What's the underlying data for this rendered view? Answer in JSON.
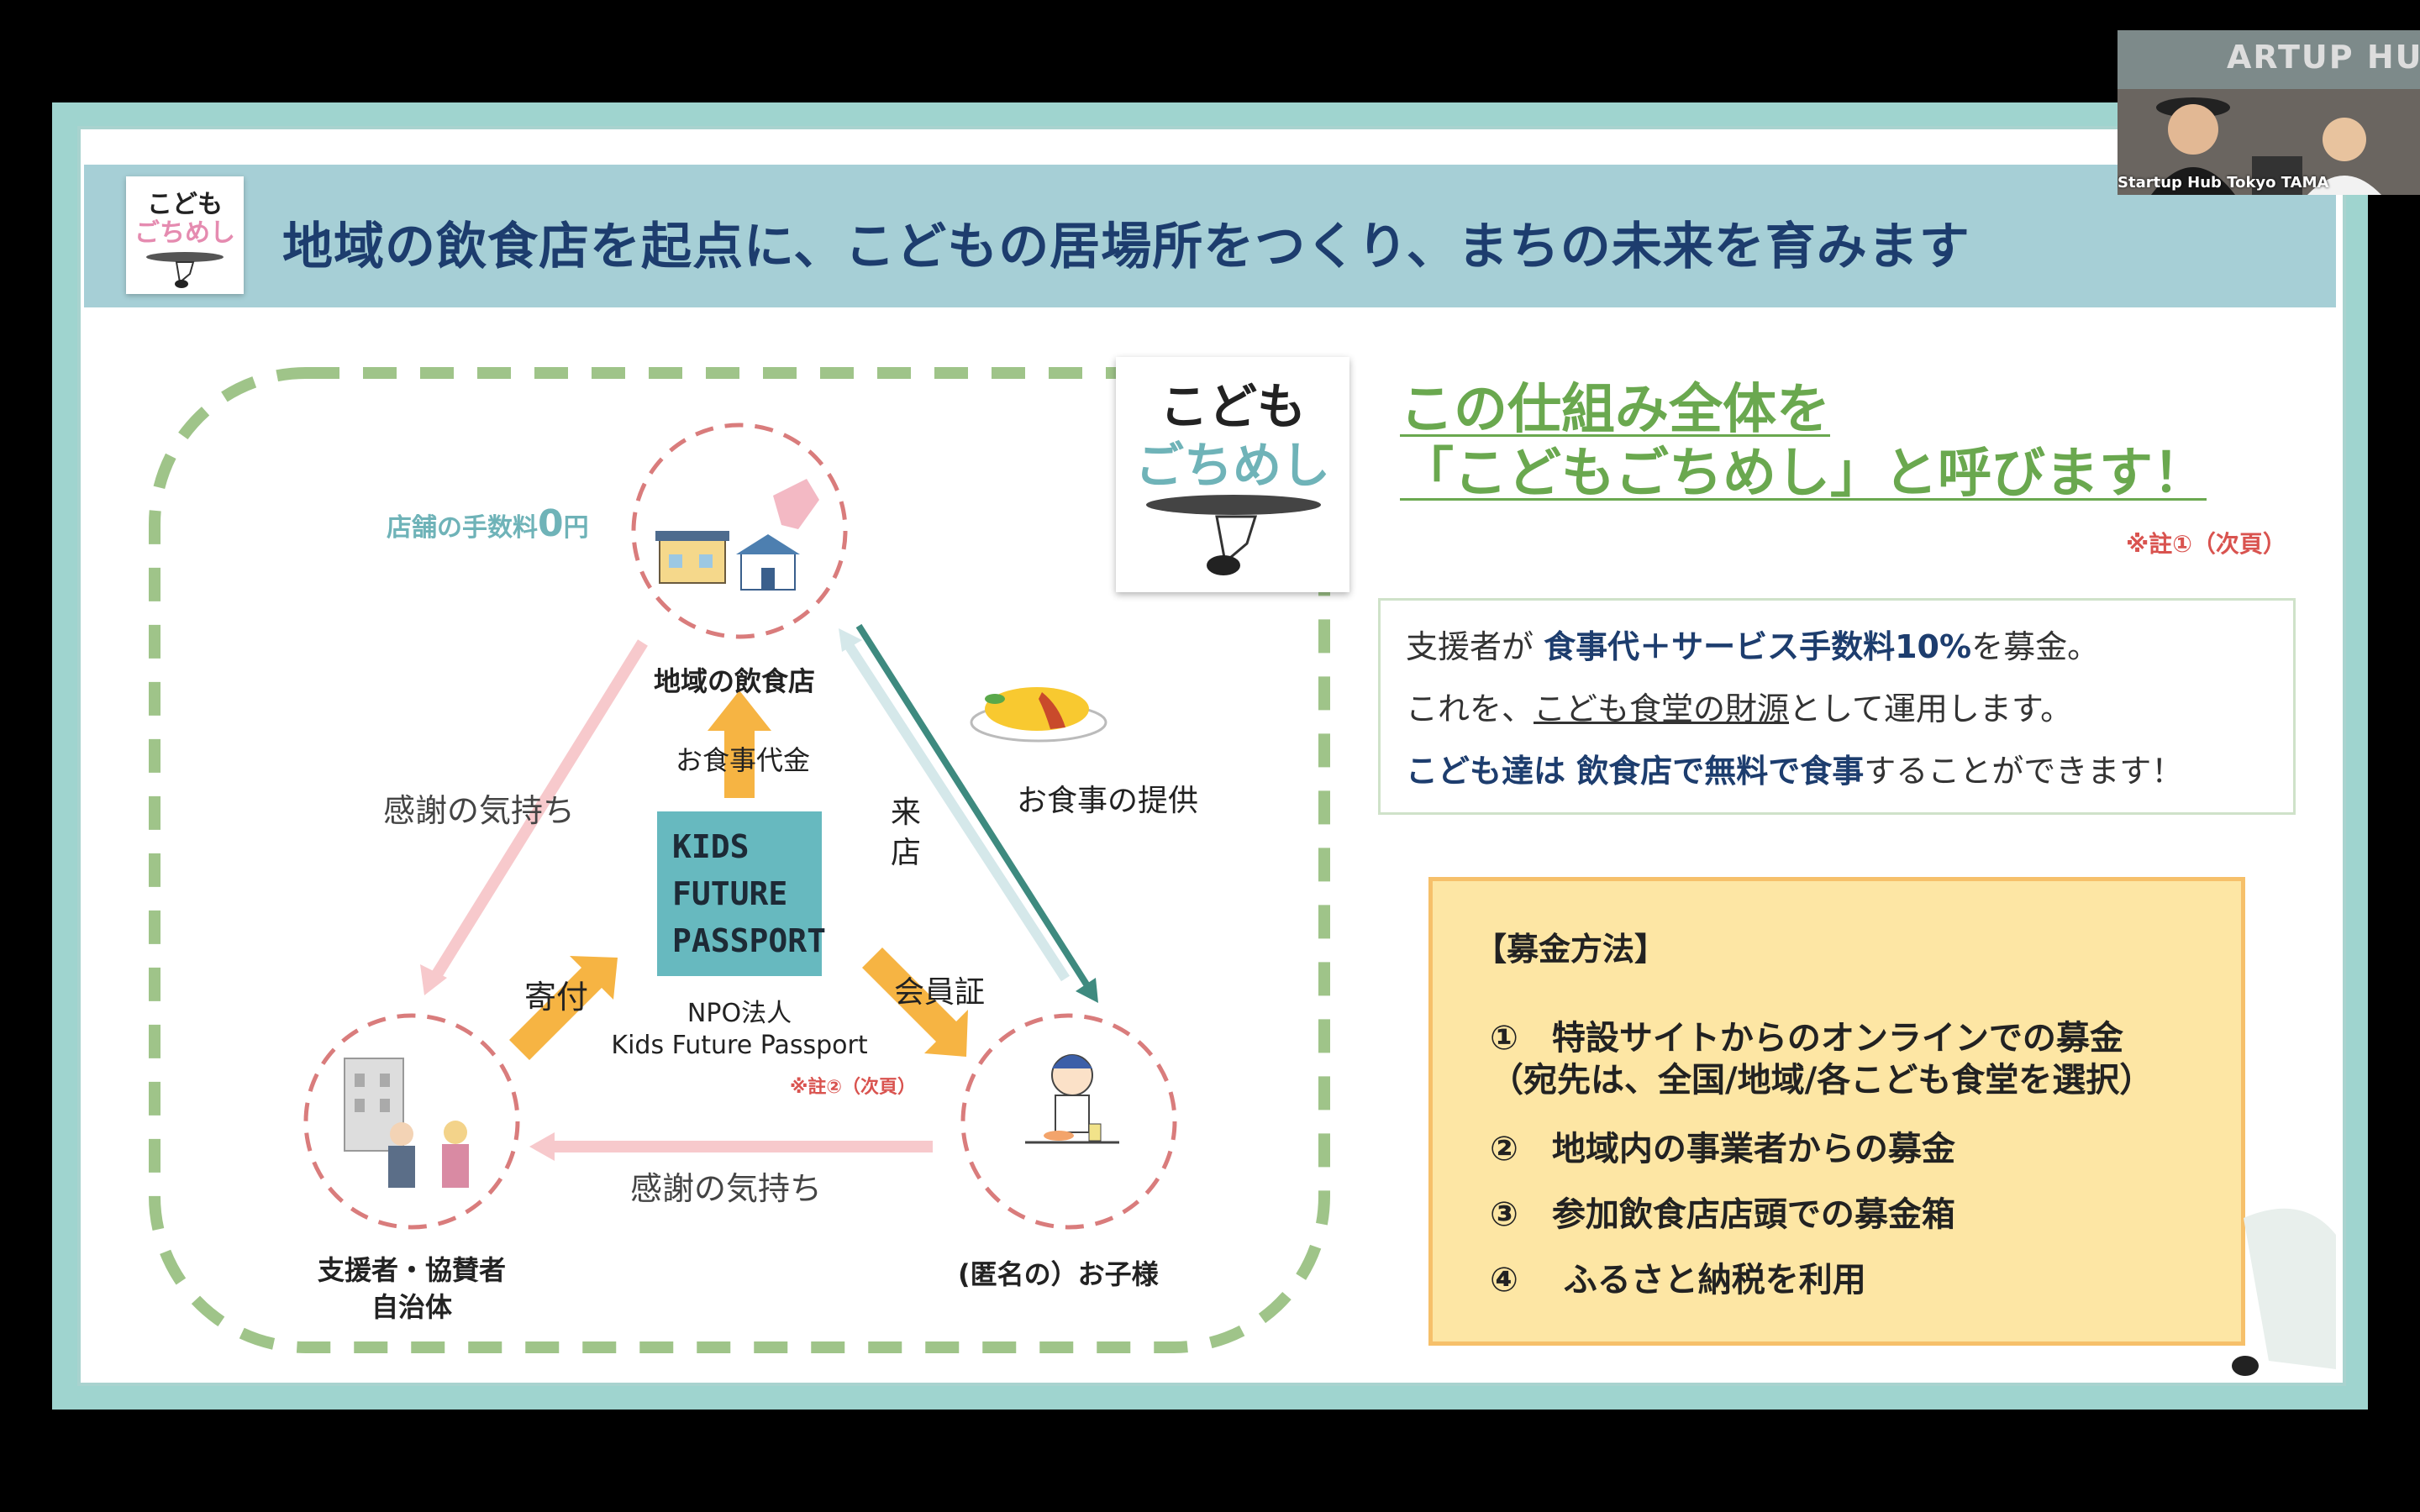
{
  "slide": {
    "title": "地域の飲食店を起点に、こどもの居場所をつくり、まちの未来を育みます",
    "logo": {
      "line1": "こども",
      "line2": "ごちめし"
    },
    "headline": {
      "line1": "この仕組み全体を",
      "line2": "「こどもごちめし」と呼びます！"
    },
    "note1": "※註①（次頁）",
    "info": {
      "line1_a": "支援者が ",
      "line1_b": "食事代＋サービス手数料10%",
      "line1_c": "を募金。",
      "line2_a": "これを、",
      "line2_b": "こども食堂の財源",
      "line2_c": "として運用します。",
      "line3_a": "こども達は 飲食店で無料で食事",
      "line3_b": "することができます！"
    },
    "fund": {
      "title": "【募金方法】",
      "item1": "①　特設サイトからのオンラインでの募金",
      "item1_sub": "（宛先は、全国/地域/各こども食堂を選択）",
      "item2": "②　地域内の事業者からの募金",
      "item3": "③　参加飲食店店頭での募金箱",
      "item4": "④　 ふるさと納税を利用"
    },
    "diagram": {
      "fee_label_a": "店舗の手数料",
      "fee_label_b": "0",
      "fee_label_c": "円",
      "restaurant_label": "地域の飲食店",
      "meal_fee": "お食事代金",
      "visit_1": "来",
      "visit_2": "店",
      "meal_provide": "お食事の提供",
      "thanks_left": "感謝の気持ち",
      "thanks_bottom": "感謝の気持ち",
      "donation": "寄付",
      "membership": "会員証",
      "kfp_1": "KIDS",
      "kfp_2": "FUTURE",
      "kfp_3": "PASSPORT",
      "npo_1": "NPO法人",
      "npo_2": "Kids Future Passport",
      "note2": "※註②（次頁）",
      "supporter_1": "支援者・協賛者",
      "supporter_2": "自治体",
      "child_label": "(匿名の）お子様"
    }
  },
  "video": {
    "caption": "Startup Hub Tokyo TAMA",
    "sign": "ARTUP HUB"
  },
  "colors": {
    "banner": "#a6cfd6",
    "title_text": "#1d3d6e",
    "headline": "#6aa84f",
    "fund_bg": "#fde6a4",
    "arrow_orange": "#f6b443",
    "arrow_teal": "#3e8a7f",
    "arrow_pink": "#f7c9cc",
    "kfp_box": "#67b9bf"
  }
}
